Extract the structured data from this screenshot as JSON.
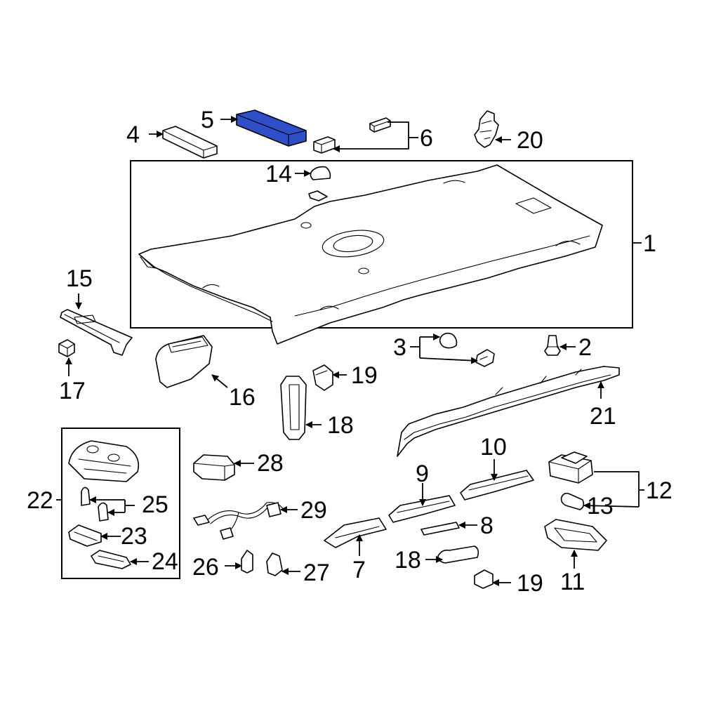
{
  "highlight_color": "#2f4fc9",
  "highlighted_part": "5",
  "callouts": {
    "c1": "1",
    "c2": "2",
    "c3": "3",
    "c4": "4",
    "c5": "5",
    "c6": "6",
    "c7": "7",
    "c8": "8",
    "c9": "9",
    "c10": "10",
    "c11": "11",
    "c12": "12",
    "c13": "13",
    "c14": "14",
    "c15": "15",
    "c16": "16",
    "c17": "17",
    "c18a": "18",
    "c18b": "18",
    "c19a": "19",
    "c19b": "19",
    "c20": "20",
    "c21": "21",
    "c22": "22",
    "c23": "23",
    "c24": "24",
    "c25": "25",
    "c26": "26",
    "c27": "27",
    "c28": "28",
    "c29": "29"
  }
}
